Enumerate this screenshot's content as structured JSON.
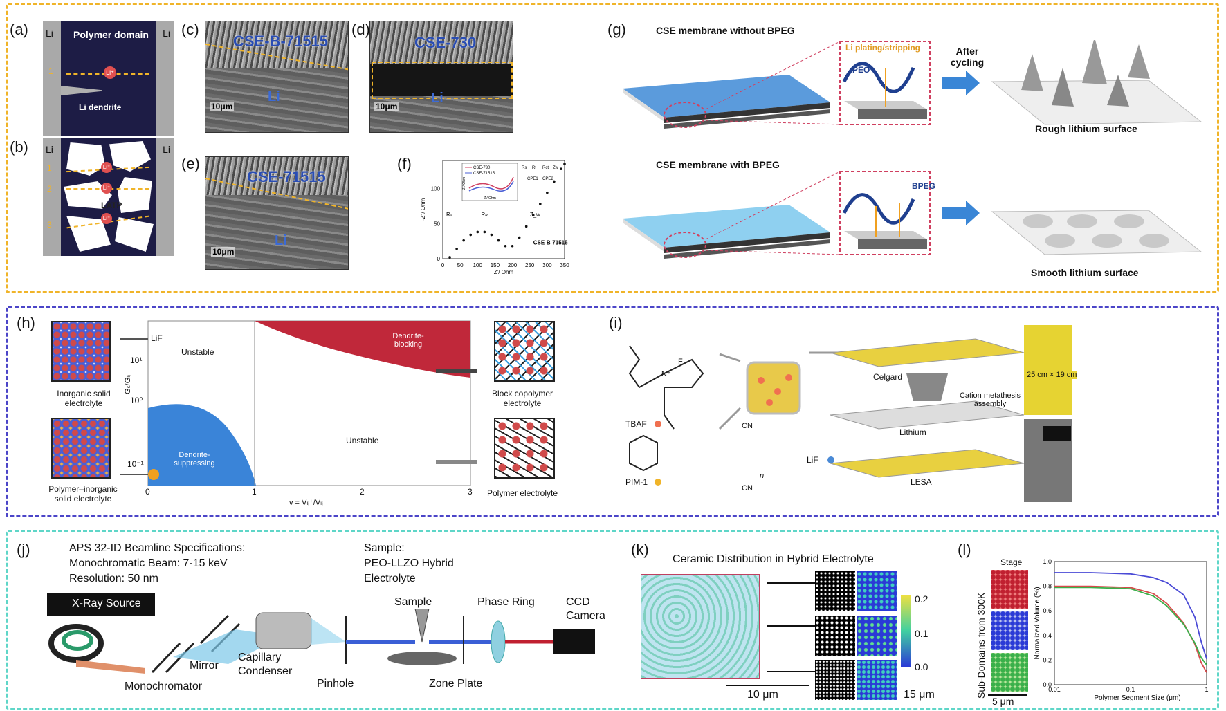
{
  "panels": {
    "a": {
      "label": "(a)",
      "li_left": "Li",
      "li_right": "Li",
      "title": "Polymer domain",
      "path_num": "1",
      "ion": "Li⁺",
      "dendrite": "Li dendrite"
    },
    "b": {
      "label": "(b)",
      "li_left": "Li",
      "li_right": "Li",
      "nums": [
        "1",
        "2",
        "3"
      ],
      "ion": "Li⁺",
      "material": "LATP"
    },
    "c": {
      "label": "(c)",
      "title": "CSE-B-71515",
      "li": "Li",
      "scale": "10μm"
    },
    "d": {
      "label": "(d)",
      "title": "CSE-730",
      "li": "Li",
      "scale": "10μm"
    },
    "e": {
      "label": "(e)",
      "title": "CSE-71515",
      "li": "Li",
      "scale": "10μm"
    },
    "f": {
      "label": "(f)",
      "ylabel": "-Z''/ Ohm",
      "xlabel": "Z'/ Ohm",
      "legend": [
        "CSE-730",
        "CSE-71515"
      ],
      "curve_label": "CSE-B-71515",
      "annot": [
        "Rₛ",
        "Rₘ",
        "Z_w"
      ],
      "circuit": [
        "Rs",
        "Rt",
        "Rct",
        "Zw",
        "CPE1",
        "CPE2"
      ],
      "inset_xlabel": "Z'/ Ohm",
      "inset_ylabel": "-Z''/ Ohm",
      "xticks": [
        "0",
        "50",
        "100",
        "150",
        "200",
        "250",
        "300",
        "350"
      ],
      "yticks": [
        "0",
        "50",
        "100"
      ]
    },
    "g": {
      "label": "(g)",
      "top_title": "CSE membrane without BPEG",
      "bottom_title": "CSE membrane with BPEG",
      "inset_top": "Li plating/stripping",
      "peo": "PEO",
      "bpeg": "BPEG",
      "arrow": "After cycling",
      "rough": "Rough lithium surface",
      "smooth": "Smooth lithium surface"
    },
    "h": {
      "label": "(h)",
      "lif": "LiF",
      "unstable1": "Unstable",
      "unstable2": "Unstable",
      "dendrite_blocking": "Dendrite-blocking",
      "dendrite_suppressing": "Dendrite-suppressing",
      "ylabel": "Gₛ/Gₗᵢ",
      "xlabel": "v = Vₗᵢ⁺/Vₗᵢ",
      "yticks": [
        "10¹",
        "10⁰",
        "10⁻¹"
      ],
      "xticks": [
        "0",
        "1",
        "2",
        "3"
      ],
      "inorganic": "Inorganic solid electrolyte",
      "polymer_inorganic": "Polymer–inorganic solid electrolyte",
      "block": "Block copolymer electrolyte",
      "polymer": "Polymer electrolyte"
    },
    "i": {
      "label": "(i)",
      "tbaf": "TBAF",
      "pim": "PIM-1",
      "fminus": "F⁻",
      "nplus": "N⁺",
      "cn": "CN",
      "n": "n",
      "celgard": "Celgard",
      "cation": "Cation metathesis assembly",
      "lithium": "Lithium",
      "lif": "LiF",
      "lesa": "LESA",
      "size": "25 cm × 19 cm"
    },
    "j": {
      "label": "(j)",
      "spec1": "APS 32-ID Beamline Specifications:",
      "spec2": "Monochromatic Beam: 7-15 keV",
      "spec3": "Resolution: 50 nm",
      "source": "X-Ray Source",
      "sample_title1": "Sample:",
      "sample_title2": "PEO-LLZO Hybrid",
      "sample_title3": "Electrolyte",
      "mirror": "Mirror",
      "mono": "Monochromator",
      "capillary1": "Capillary",
      "capillary2": "Condenser",
      "pinhole": "Pinhole",
      "sample": "Sample",
      "zone": "Zone Plate",
      "phase": "Phase Ring",
      "ccd1": "CCD",
      "ccd2": "Camera"
    },
    "k": {
      "label": "(k)",
      "title": "Ceramic Distribution in Hybrid Electrolyte",
      "scale1": "10 μm",
      "scale2": "15 μm",
      "cbar": [
        "0.2",
        "0.1",
        "0.0"
      ]
    },
    "l": {
      "label": "(l)",
      "stage": "Stage",
      "side": "Sub-Domains from 300K",
      "ylabel": "Normalized Volume (%)",
      "xlabel": "Polymer Segment Size (μm)",
      "scale": "5 μm",
      "yticks": [
        "1.0",
        "0.8",
        "0.6",
        "0.4",
        "0.2",
        "0.0"
      ],
      "xticks": [
        "0.01",
        "0.1",
        "1"
      ]
    }
  },
  "colors": {
    "yellow_box": "#f0b429",
    "blue_box": "#4b45c8",
    "teal_box": "#5fd6c8"
  },
  "chart_data": [
    {
      "type": "line",
      "title": "",
      "xlabel": "Z'/ Ohm",
      "ylabel": "-Z''/ Ohm",
      "xlim": [
        0,
        350
      ],
      "ylim": [
        0,
        140
      ],
      "series": [
        {
          "name": "CSE-B-71515",
          "x": [
            20,
            40,
            60,
            80,
            100,
            120,
            140,
            160,
            180,
            200,
            220,
            240,
            260,
            280,
            300,
            320,
            340,
            350
          ],
          "y": [
            2,
            14,
            26,
            34,
            38,
            38,
            34,
            26,
            18,
            18,
            30,
            46,
            62,
            78,
            94,
            110,
            128,
            135
          ]
        }
      ]
    },
    {
      "type": "line",
      "title": "",
      "xlabel": "Polymer Segment Size (μm)",
      "ylabel": "Normalized Volume (%)",
      "xscale": "log",
      "xlim": [
        0.01,
        1
      ],
      "ylim": [
        0,
        1.0
      ],
      "series": [
        {
          "name": "",
          "color": "#4a4ad6",
          "x": [
            0.01,
            0.03,
            0.1,
            0.2,
            0.3,
            0.5,
            0.7,
            0.85,
            1.0
          ],
          "y": [
            0.91,
            0.91,
            0.9,
            0.87,
            0.83,
            0.73,
            0.55,
            0.35,
            0.21
          ]
        },
        {
          "name": "",
          "color": "#d64a4a",
          "x": [
            0.01,
            0.03,
            0.1,
            0.2,
            0.3,
            0.5,
            0.7,
            0.85,
            1.0
          ],
          "y": [
            0.8,
            0.8,
            0.79,
            0.74,
            0.66,
            0.5,
            0.33,
            0.18,
            0.1
          ]
        },
        {
          "name": "",
          "color": "#3ab04a",
          "x": [
            0.01,
            0.03,
            0.1,
            0.2,
            0.3,
            0.5,
            0.7,
            0.85,
            1.0
          ],
          "y": [
            0.79,
            0.79,
            0.78,
            0.72,
            0.64,
            0.49,
            0.34,
            0.22,
            0.16
          ]
        }
      ]
    }
  ]
}
